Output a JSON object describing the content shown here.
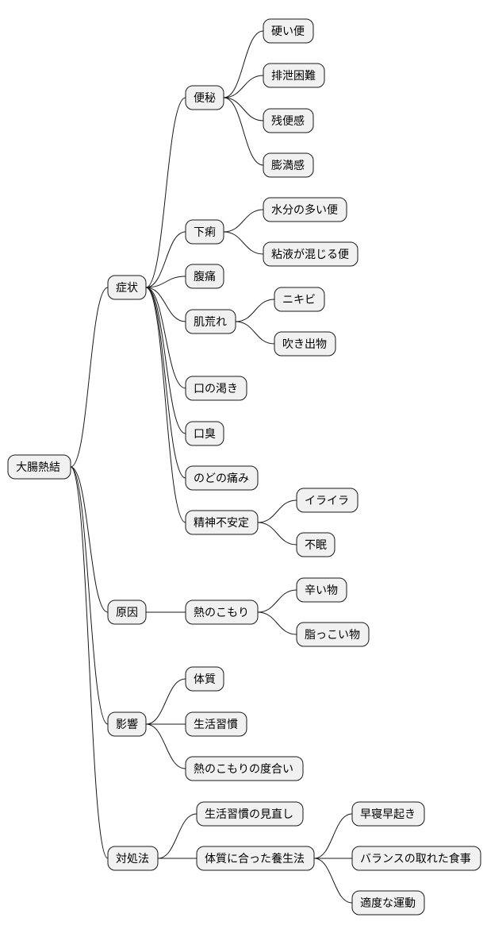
{
  "mindmap": {
    "root": {
      "label": "大腸熱結",
      "children": [
        {
          "label": "症状",
          "children": [
            {
              "label": "便秘",
              "children": [
                {
                  "label": "硬い便"
                },
                {
                  "label": "排泄困難"
                },
                {
                  "label": "残便感"
                },
                {
                  "label": "膨満感"
                }
              ]
            },
            {
              "label": "下痢",
              "children": [
                {
                  "label": "水分の多い便"
                },
                {
                  "label": "粘液が混じる便"
                }
              ]
            },
            {
              "label": "腹痛"
            },
            {
              "label": "肌荒れ",
              "children": [
                {
                  "label": "ニキビ"
                },
                {
                  "label": "吹き出物"
                }
              ]
            },
            {
              "label": "口の渇き"
            },
            {
              "label": "口臭"
            },
            {
              "label": "のどの痛み"
            },
            {
              "label": "精神不安定",
              "children": [
                {
                  "label": "イライラ"
                },
                {
                  "label": "不眠"
                }
              ]
            }
          ]
        },
        {
          "label": "原因",
          "children": [
            {
              "label": "熱のこもり",
              "children": [
                {
                  "label": "辛い物"
                },
                {
                  "label": "脂っこい物"
                }
              ]
            }
          ]
        },
        {
          "label": "影響",
          "children": [
            {
              "label": "体質"
            },
            {
              "label": "生活習慣"
            },
            {
              "label": "熱のこもりの度合い"
            }
          ]
        },
        {
          "label": "対処法",
          "children": [
            {
              "label": "生活習慣の見直し"
            },
            {
              "label": "体質に合った養生法",
              "children": [
                {
                  "label": "早寝早起き"
                },
                {
                  "label": "バランスの取れた食事"
                },
                {
                  "label": "適度な運動"
                }
              ]
            }
          ]
        }
      ]
    }
  }
}
